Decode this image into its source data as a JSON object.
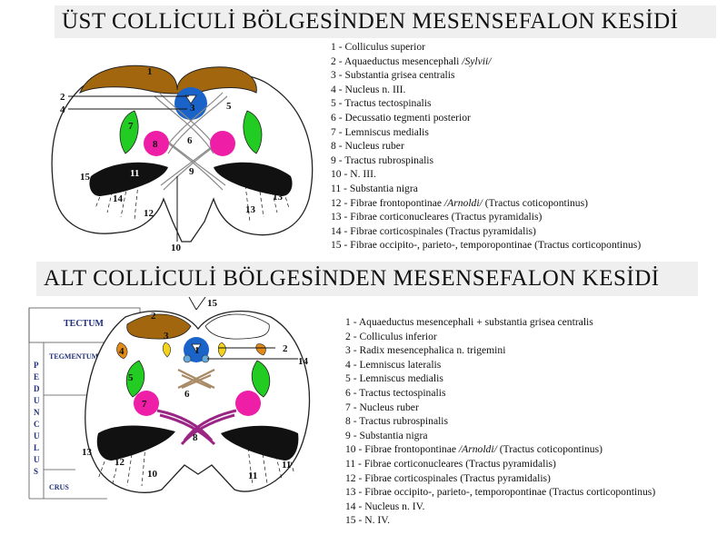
{
  "section1": {
    "title": "ÜST COLLİCULİ BÖLGESİNDEN MESENSEFALON KESİDİ",
    "legend": [
      {
        "text": "1 - Colliculus superior",
        "em": ""
      },
      {
        "text": "2 - Aquaeductus mesencephali ",
        "em": "/Sylvii/"
      },
      {
        "text": "3 - Substantia grisea centralis",
        "em": ""
      },
      {
        "text": "4 - Nucleus n. III.",
        "em": ""
      },
      {
        "text": "5 - Tractus tectospinalis",
        "em": ""
      },
      {
        "text": "6 - Decussatio tegmenti posterior",
        "em": ""
      },
      {
        "text": "7 - Lemniscus medialis",
        "em": ""
      },
      {
        "text": "8 - Nucleus ruber",
        "em": ""
      },
      {
        "text": "9 - Tractus rubrospinalis",
        "em": ""
      },
      {
        "text": "10 - N. III.",
        "em": ""
      },
      {
        "text": "11 - Substantia nigra",
        "em": ""
      },
      {
        "text": "12 - Fibrae frontopontinae ",
        "em": "/Arnoldi/",
        "after": " (Tractus coticopontinus)"
      },
      {
        "text": "13 - Fibrae corticonucleares (Tractus pyramidalis)",
        "em": ""
      },
      {
        "text": "14 - Fibrae corticospinales (Tractus pyramidalis)",
        "em": ""
      },
      {
        "text": "15 - Fibrae occipito-, parieto-, temporopontinae (Tractus corticopontinus)",
        "em": ""
      }
    ],
    "labels": {
      "l1": "1",
      "l2": "2",
      "l3": "3",
      "l4": "4",
      "l5": "5",
      "l6": "6",
      "l7": "7",
      "l8": "8",
      "l9": "9",
      "l10": "10",
      "l11": "11",
      "l12": "12",
      "l13": "13",
      "l14": "14",
      "l15": "15"
    }
  },
  "section2": {
    "title": "ALT COLLİCULİ BÖLGESİNDEN MESENSEFALON KESİDİ",
    "legend": [
      {
        "text": "1 - Aquaeductus mesencephali + substantia grisea centralis",
        "em": ""
      },
      {
        "text": "2 - Colliculus inferior",
        "em": ""
      },
      {
        "text": "3 - Radix mesencephalica n. trigemini",
        "em": ""
      },
      {
        "text": "4 - Lemniscus lateralis",
        "em": ""
      },
      {
        "text": "5 - Lemniscus medialis",
        "em": ""
      },
      {
        "text": "6 - Tractus tectospinalis",
        "em": ""
      },
      {
        "text": "7 - Nucleus ruber",
        "em": ""
      },
      {
        "text": "8 - Tractus rubrospinalis",
        "em": ""
      },
      {
        "text": "9 - Substantia nigra",
        "em": ""
      },
      {
        "text": "10 - Fibrae frontopontinae ",
        "em": "/Arnoldi/",
        "after": " (Tractus coticopontinus)"
      },
      {
        "text": "11 - Fibrae corticonucleares (Tractus pyramidalis)",
        "em": ""
      },
      {
        "text": "12 - Fibrae corticospinales (Tractus pyramidalis)",
        "em": ""
      },
      {
        "text": "13 - Fibrae occipito-, parieto-, temporopontinae (Tractus corticopontinus)",
        "em": ""
      },
      {
        "text": "14 - Nucleus n. IV.",
        "em": ""
      },
      {
        "text": "15 - N. IV.",
        "em": ""
      }
    ],
    "side": {
      "tectum": "TECTUM",
      "tegmentum": "TEGMENTUM",
      "crus": "CRUS",
      "pedunculus": [
        "P",
        "E",
        "D",
        "U",
        "N",
        "C",
        "U",
        "L",
        "U",
        "S"
      ]
    },
    "labels": {
      "l1": "1",
      "l2": "2",
      "l3": "3",
      "l4": "4",
      "l5": "5",
      "l6": "6",
      "l7": "7",
      "l8": "8",
      "l10": "10",
      "l11": "11",
      "l12": "12",
      "l13": "13",
      "l14": "14",
      "l15": "15"
    }
  },
  "colors": {
    "brown": "#a2660e",
    "blue": "#1a63c9",
    "green": "#22cc22",
    "magenta": "#ee1fa6",
    "black": "#111111",
    "orange": "#e08a17",
    "yellow": "#f3d31a",
    "fiber_grey": "#8a8a8a",
    "fiber_tan": "#a88a66",
    "rubro": "#9b2585",
    "frame_bg": "#efefef"
  }
}
